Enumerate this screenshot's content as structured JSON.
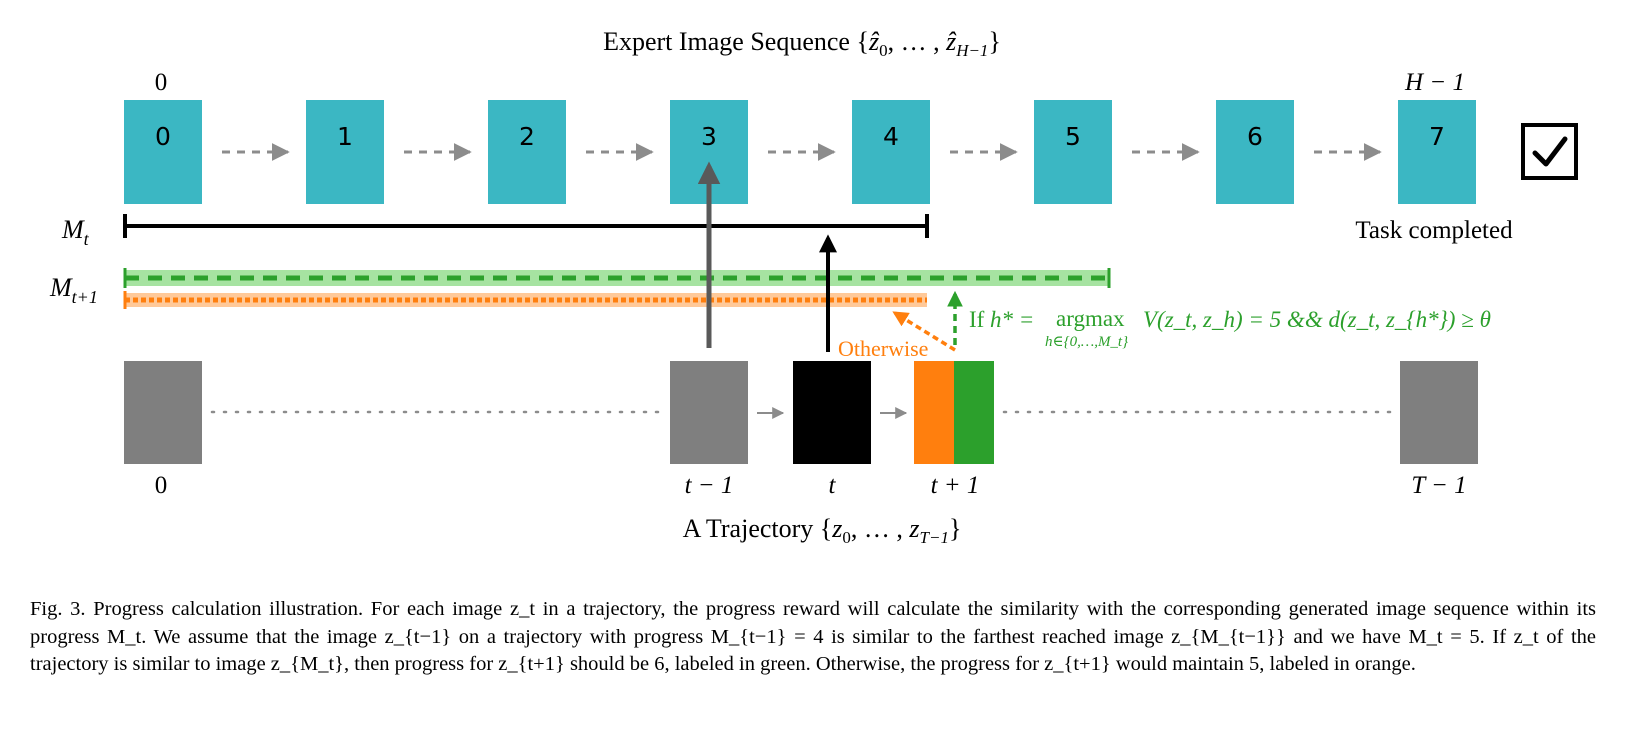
{
  "colors": {
    "expert_frame": "#3BB7C3",
    "trajectory_frame": "#7F7F7F",
    "current_frame": "#000000",
    "orange": "#FF7F0E",
    "green": "#2CA02C",
    "light_green": "#A6E3A1",
    "light_orange": "#FFC999",
    "arrow_gray": "#8C8C8C"
  },
  "expert": {
    "title": "Expert Image Sequence {ẑ₀, …, ẑ_{H−1}}",
    "title_main": "Expert Image Sequence {",
    "title_z0": "ẑ",
    "title_z0_sub": "0",
    "title_mid": ", … , ",
    "title_zH": "ẑ",
    "title_zH_sub": "H−1",
    "title_end": "}",
    "first_index_label": "0",
    "last_index_label": "H − 1",
    "frames": [
      "0",
      "1",
      "2",
      "3",
      "4",
      "5",
      "6",
      "7"
    ]
  },
  "status": {
    "check_icon": "check-icon",
    "label": "Task completed"
  },
  "progress": {
    "mt_label": "M",
    "mt_sub": "t",
    "mt1_label": "M",
    "mt1_sub": "t+1"
  },
  "condition": {
    "if_text": "If h* =  argmax  V(z_t, z_h) = 5 && d(z_t, z_{h*}) ≥ θ",
    "if_part": "If",
    "h_star": "h* =",
    "argmax": "argmax",
    "argmax_sub": "h∈{0,…,M_t}",
    "value_part": "V(z_t, z_h) = 5 && d(z_t, z_{h*}) ≥ θ",
    "otherwise": "Otherwise"
  },
  "trajectory": {
    "title_main": "A Trajectory {",
    "title_z0": "z",
    "title_z0_sub": "0",
    "title_mid": ", … , ",
    "title_zT": "z",
    "title_zT_sub": "T−1",
    "title_end": "}",
    "labels": [
      "0",
      "t − 1",
      "t",
      "t + 1",
      "T − 1"
    ]
  },
  "caption": {
    "text": "Fig. 3.  Progress calculation illustration. For each image z_t in a trajectory, the progress reward will calculate the similarity with the corresponding generated image sequence within its progress M_t. We assume that the image z_{t−1} on a trajectory with progress M_{t−1} = 4 is similar to the farthest reached image z_{M_{t−1}} and we have M_t = 5. If z_t of the trajectory is similar to image z_{M_t}, then progress for z_{t+1} should be 6, labeled in green. Otherwise, the progress for z_{t+1} would maintain 5, labeled in orange."
  }
}
